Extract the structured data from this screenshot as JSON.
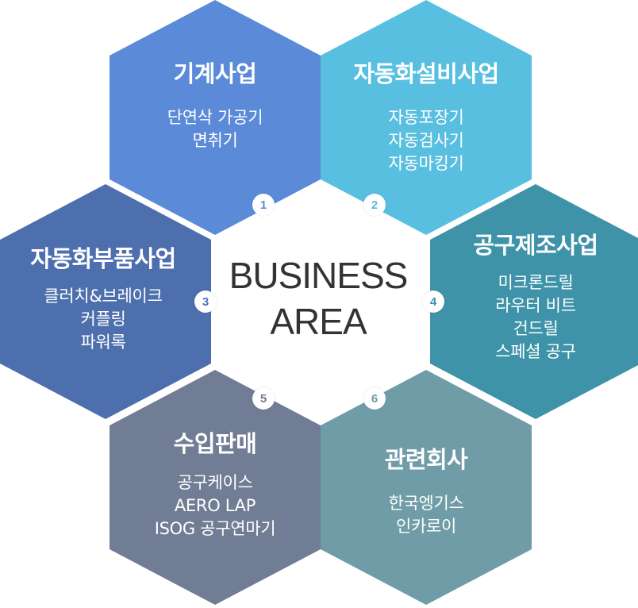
{
  "center": {
    "line1": "BUSINESS",
    "line2": "AREA"
  },
  "hexes": [
    {
      "num": "1",
      "title": "기계사업",
      "items": [
        "단연삭 가공기",
        "면취기"
      ],
      "color": "#5b8ad8"
    },
    {
      "num": "2",
      "title": "자동화설비사업",
      "items": [
        "자동포장기",
        "자동검사기",
        "자동마킹기"
      ],
      "color": "#58bfe0"
    },
    {
      "num": "3",
      "title": "자동화부품사업",
      "items": [
        "클러치&브레이크",
        "커플링",
        "파워록"
      ],
      "color": "#4d6fad"
    },
    {
      "num": "4",
      "title": "공구제조사업",
      "items": [
        "미크론드릴",
        "라우터 비트",
        "건드릴",
        "스페셜 공구"
      ],
      "color": "#3e93a9"
    },
    {
      "num": "5",
      "title": "수입판매",
      "items": [
        "공구케이스",
        "AERO LAP",
        "ISOG 공구연마기"
      ],
      "color": "#717d94"
    },
    {
      "num": "6",
      "title": "관련회사",
      "items": [
        "한국엥기스",
        "인카로이"
      ],
      "color": "#6f9ca7"
    }
  ]
}
